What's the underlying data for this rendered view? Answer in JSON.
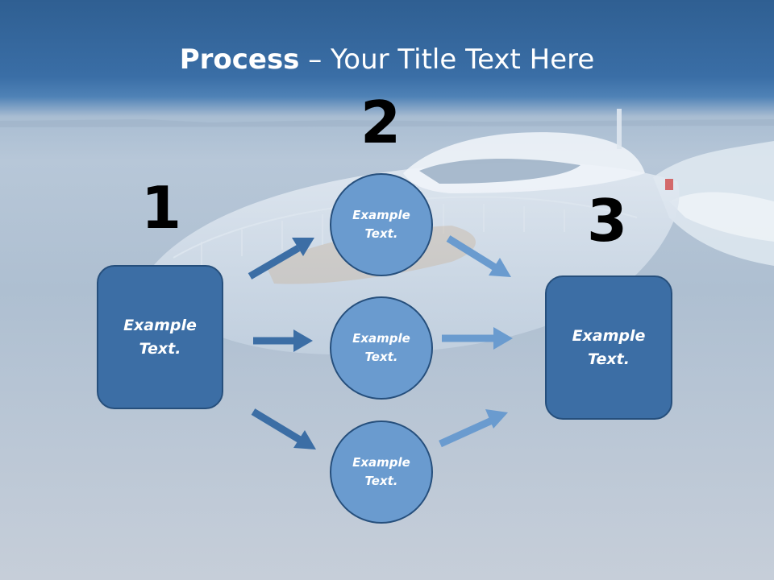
{
  "title": {
    "bold": "Process",
    "rest": " – Your Title Text Here"
  },
  "steps": {
    "one": "1",
    "two": "2",
    "three": "3"
  },
  "left_box": {
    "text": "Example\nText."
  },
  "right_box": {
    "text": "Example\nText."
  },
  "circles": [
    {
      "text": "Example\nText."
    },
    {
      "text": "Example\nText."
    },
    {
      "text": "Example\nText."
    }
  ],
  "colors": {
    "box_fill": "#3c6ea5",
    "circle_fill": "#6a9bcf",
    "outline": "#264f7c",
    "arrow_dark": "#3c6ea5",
    "arrow_light": "#6a9bcf"
  }
}
